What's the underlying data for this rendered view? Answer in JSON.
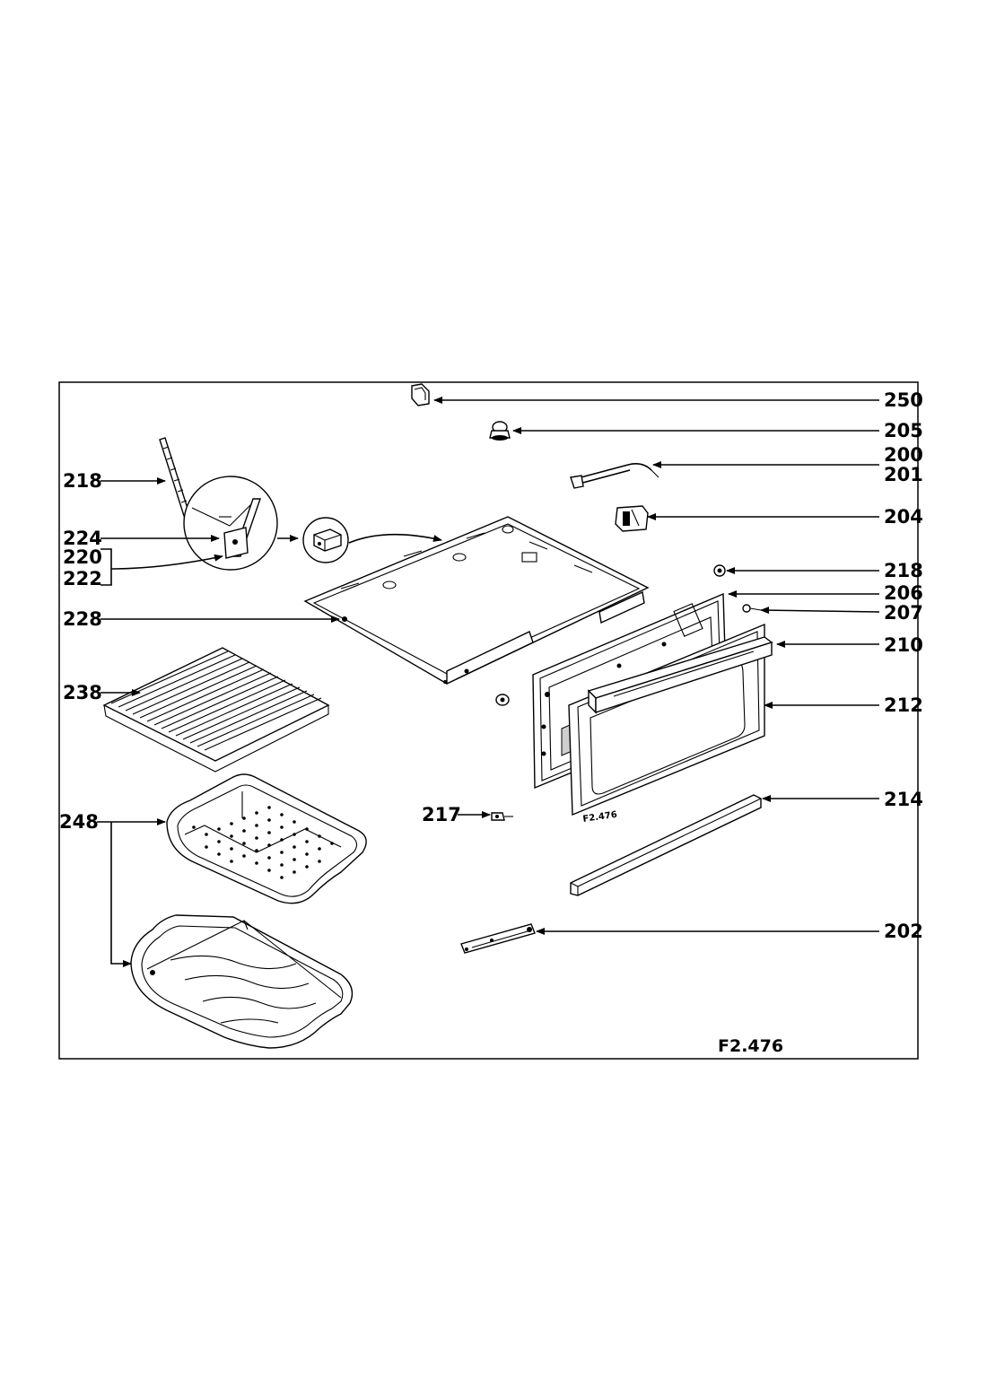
{
  "figure_id": "F2.476",
  "door_stamp": "F2.476",
  "labels": {
    "l250": "250",
    "l205": "205",
    "l200": "200",
    "l201": "201",
    "l204": "204",
    "l218a": "218",
    "l224": "224",
    "l220": "220",
    "l222": "222",
    "l218b": "218",
    "l206": "206",
    "l207": "207",
    "l228": "228",
    "l210": "210",
    "l238": "238",
    "l212": "212",
    "l248": "248",
    "l217": "217",
    "l214": "214",
    "l202": "202"
  }
}
